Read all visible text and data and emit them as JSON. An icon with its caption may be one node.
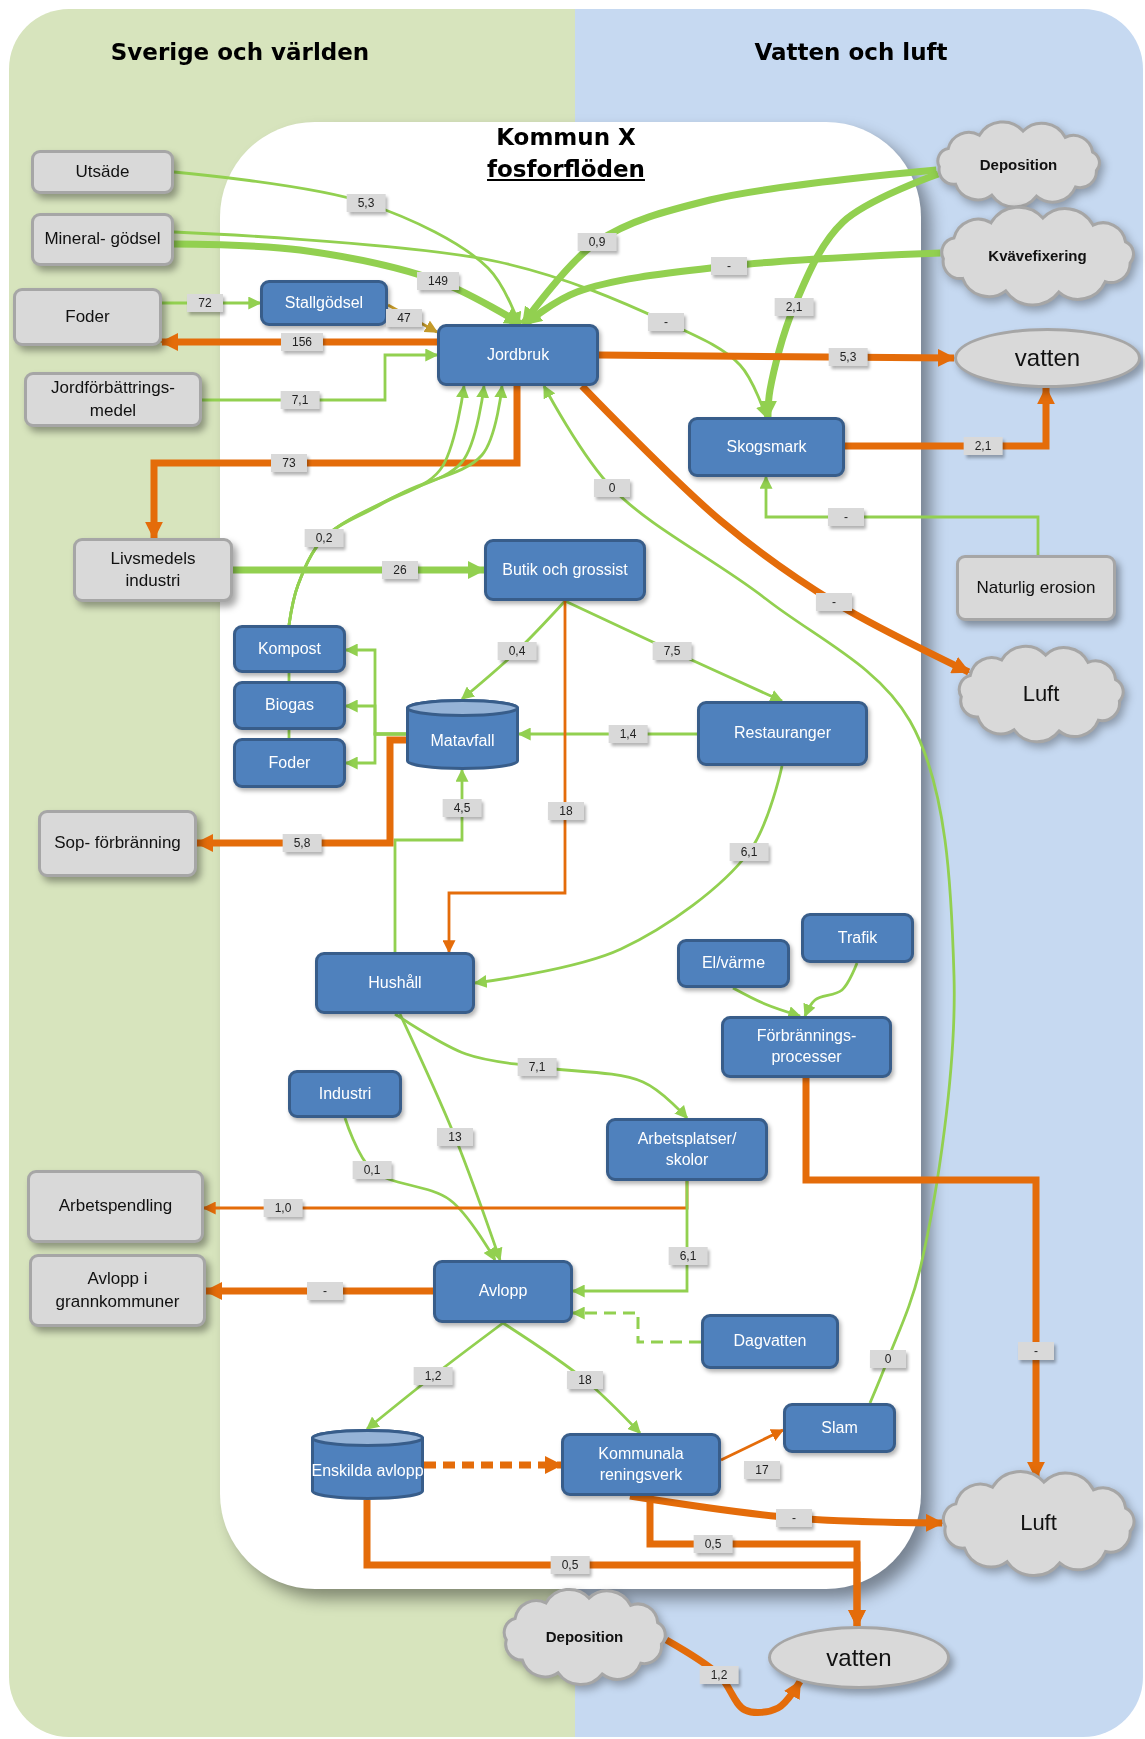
{
  "diagram": {
    "nodes": [
      {
        "text": [
          "Kommun X",
          "fosforflöden"
        ]
      },
      {
        "text": [
          "Utsäde"
        ]
      },
      {
        "text": [
          "Mineral- gödsel"
        ]
      },
      {
        "text": [
          "Foder"
        ]
      },
      {
        "text": [
          "Jordförbättrings- medel"
        ]
      },
      {
        "text": [
          "Livsmedels industri"
        ]
      },
      {
        "text": [
          "Sop- förbränning"
        ]
      },
      {
        "text": [
          "Arbetspendling"
        ]
      },
      {
        "text": [
          "Avlopp i grannkommuner"
        ]
      },
      {
        "text": [
          "Deposition"
        ]
      },
      {
        "text": [
          "Kvävefixering"
        ]
      },
      {
        "text": [
          "vatten"
        ]
      },
      {
        "text": [
          "Naturlig erosion"
        ]
      },
      {
        "text": [
          "Luft"
        ]
      },
      {
        "text": [
          "Luft"
        ]
      },
      {
        "text": [
          "vatten"
        ]
      },
      {
        "text": [
          "Deposition"
        ]
      },
      {
        "text": [
          "Stallgödsel"
        ],
        "in": 0
      },
      {
        "text": [
          "Jordbruk"
        ],
        "in": 0
      },
      {
        "text": [
          "Skogsmark"
        ],
        "in": 0
      },
      {
        "text": [
          "Butik och grossist"
        ],
        "in": 0
      },
      {
        "text": [
          "Kompost"
        ],
        "in": 0
      },
      {
        "text": [
          "Biogas"
        ],
        "in": 0
      },
      {
        "text": [
          "Foder"
        ],
        "in": 0
      },
      {
        "text": [
          "Matavfall"
        ],
        "in": 0
      },
      {
        "text": [
          "Restauranger"
        ],
        "in": 0
      },
      {
        "text": [
          "Hushåll"
        ],
        "in": 0
      },
      {
        "text": [
          "Trafik"
        ],
        "in": 0
      },
      {
        "text": [
          "El/värme"
        ],
        "in": 0
      },
      {
        "text": [
          "Förbrännings- processer"
        ],
        "in": 0
      },
      {
        "text": [
          "Industri"
        ],
        "in": 0
      },
      {
        "text": [
          "Arbetsplatser/ skolor"
        ],
        "in": 0
      },
      {
        "text": [
          "Avlopp"
        ],
        "in": 0
      },
      {
        "text": [
          "Dagvatten"
        ],
        "in": 0
      },
      {
        "text": [
          "Enskilda avlopp"
        ],
        "in": 0
      },
      {
        "text": [
          "Kommunala reningsverk"
        ],
        "in": 0
      },
      {
        "text": [
          "Slam"
        ],
        "in": 0
      }
    ],
    "edges": [
      {
        "from": 1,
        "to": 18,
        "arrow": "to",
        "label": "5,3"
      },
      {
        "from": 2,
        "to": 18,
        "arrow": "to",
        "label": "149",
        "style": "thick"
      },
      {
        "from": 2,
        "to": 19,
        "arrow": "to",
        "label": "-"
      },
      {
        "from": 3,
        "to": 17,
        "arrow": "to",
        "label": "72"
      },
      {
        "from": 17,
        "to": 18,
        "arrow": "to",
        "label": "47",
        "color": "#c49a2a"
      },
      {
        "from": 18,
        "to": 3,
        "arrow": "to",
        "label": "156",
        "style": "thick",
        "color": "#e46c0a"
      },
      {
        "from": 4,
        "to": 18,
        "arrow": "to",
        "label": "7,1"
      },
      {
        "from": 18,
        "to": 5,
        "arrow": "to",
        "label": "73",
        "style": "thick",
        "color": "#e46c0a"
      },
      {
        "from": 9,
        "to": 18,
        "arrow": "to",
        "label": "0,9",
        "style": "thick"
      },
      {
        "from": 10,
        "to": 18,
        "arrow": "to",
        "label": "-",
        "style": "thick"
      },
      {
        "from": 9,
        "to": 19,
        "arrow": "to",
        "label": "2,1",
        "style": "thick"
      },
      {
        "from": 18,
        "to": 11,
        "arrow": "to",
        "label": "5,3",
        "style": "thick",
        "color": "#e46c0a"
      },
      {
        "from": 19,
        "to": 11,
        "arrow": "to",
        "label": "2,1",
        "style": "thick",
        "color": "#e46c0a"
      },
      {
        "from": 12,
        "to": 19,
        "arrow": "to",
        "label": "-"
      },
      {
        "from": 18,
        "to": 13,
        "arrow": "to",
        "label": "-",
        "style": "thick",
        "color": "#e46c0a"
      },
      {
        "from": 36,
        "to": 18,
        "arrow": "to",
        "label": "0"
      },
      {
        "from": 5,
        "to": 20,
        "arrow": "to",
        "label": "26",
        "style": "thick"
      },
      {
        "from": 21,
        "to": 18,
        "arrow": "to",
        "label": "0,2"
      },
      {
        "from": 21,
        "to": 18,
        "arrow": "to"
      },
      {
        "from": 21,
        "to": 18,
        "arrow": "to"
      },
      {
        "from": 22,
        "to": 21,
        "arrow": "none"
      },
      {
        "from": 23,
        "to": 22,
        "arrow": "none"
      },
      {
        "from": 20,
        "to": 24,
        "arrow": "to",
        "label": "0,4"
      },
      {
        "from": 20,
        "to": 25,
        "arrow": "to",
        "label": "7,5"
      },
      {
        "from": 25,
        "to": 24,
        "arrow": "to",
        "label": "1,4"
      },
      {
        "from": 20,
        "to": 26,
        "arrow": "to",
        "label": "18",
        "color": "#e46c0a"
      },
      {
        "from": 25,
        "to": 26,
        "arrow": "to",
        "label": "6,1"
      },
      {
        "from": 26,
        "to": 24,
        "arrow": "to",
        "label": "4,5"
      },
      {
        "from": 24,
        "to": 21,
        "arrow": "to"
      },
      {
        "from": 24,
        "to": 22,
        "arrow": "to"
      },
      {
        "from": 24,
        "to": 23,
        "arrow": "to"
      },
      {
        "from": 24,
        "to": 6,
        "arrow": "to",
        "label": "5,8",
        "style": "thick",
        "color": "#e46c0a"
      },
      {
        "from": 26,
        "to": 31,
        "arrow": "to",
        "label": "7,1"
      },
      {
        "from": 26,
        "to": 32,
        "arrow": "to",
        "label": "13"
      },
      {
        "from": 30,
        "to": 32,
        "arrow": "to",
        "label": "0,1"
      },
      {
        "from": 31,
        "to": 7,
        "arrow": "to",
        "label": "1,0",
        "color": "#e46c0a"
      },
      {
        "from": 31,
        "to": 32,
        "arrow": "to",
        "label": "6,1"
      },
      {
        "from": 28,
        "to": 29,
        "arrow": "to"
      },
      {
        "from": 27,
        "to": 29,
        "arrow": "to"
      },
      {
        "from": 29,
        "to": 14,
        "arrow": "to",
        "label": "-",
        "style": "thick",
        "color": "#e46c0a"
      },
      {
        "from": 32,
        "to": 8,
        "arrow": "to",
        "label": "-",
        "style": "thick",
        "color": "#e46c0a"
      },
      {
        "from": 33,
        "to": 32,
        "arrow": "to",
        "style": "dashed"
      },
      {
        "from": 32,
        "to": 34,
        "arrow": "to",
        "label": "1,2"
      },
      {
        "from": 32,
        "to": 35,
        "arrow": "to",
        "label": "18"
      },
      {
        "from": 34,
        "to": 35,
        "arrow": "to",
        "style": "dashed",
        "color": "#e46c0a"
      },
      {
        "from": 35,
        "to": 36,
        "arrow": "to",
        "label": "17",
        "color": "#e46c0a"
      },
      {
        "from": 35,
        "to": 14,
        "arrow": "to",
        "label": "-",
        "style": "thick",
        "color": "#e46c0a"
      },
      {
        "from": 35,
        "to": 15,
        "arrow": "to",
        "label": "0,5",
        "style": "thick",
        "color": "#e46c0a"
      },
      {
        "from": 34,
        "to": 15,
        "arrow": "to",
        "label": "0,5",
        "style": "thick",
        "color": "#e46c0a"
      },
      {
        "from": 16,
        "to": 15,
        "arrow": "to",
        "label": "1,2",
        "style": "thick",
        "color": "#e46c0a"
      }
    ],
    "labels": [
      "Sverige och världen",
      "Vatten och luft",
      "0"
    ]
  }
}
